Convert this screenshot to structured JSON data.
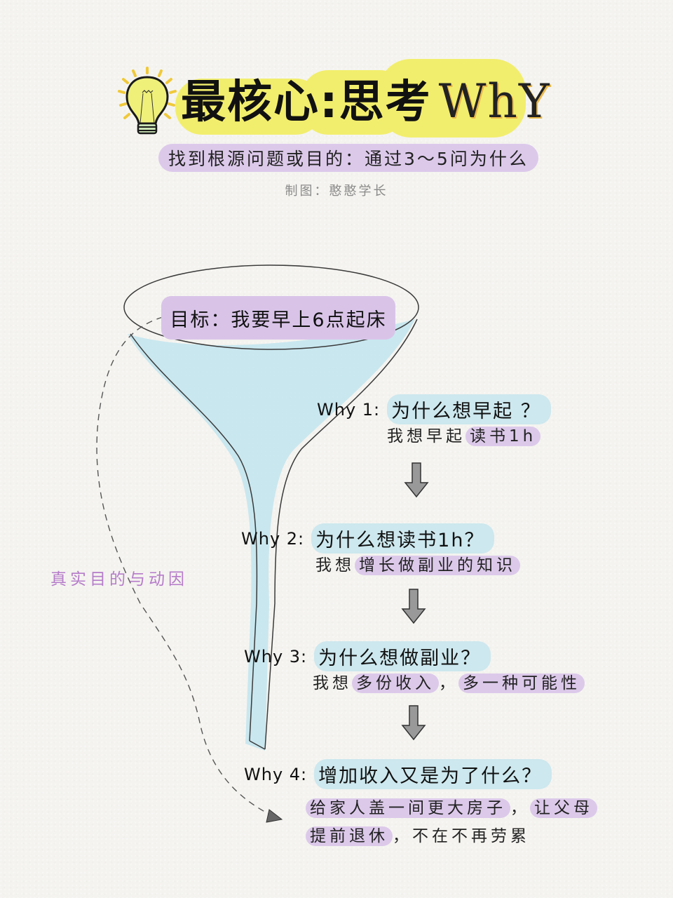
{
  "header": {
    "title_cn": "最核心:思考",
    "title_en": "WhY",
    "subtitle": "找到根源问题或目的：通过3～5问为什么",
    "credit": "制图：憨憨学长",
    "icon": "lightbulb-icon"
  },
  "funnel": {
    "goal": "目标：我要早上6点起床",
    "side_note": "真实目的与动因"
  },
  "whys": [
    {
      "label": "Why  1:",
      "question": "为什么想早起 ？",
      "answer_plain": "我想早起",
      "answer_highlight": "读书1h",
      "answer_rest": ""
    },
    {
      "label": "Why 2:",
      "question": "为什么想读书1h？",
      "answer_plain": "我想",
      "answer_highlight": "增长做副业的知识",
      "answer_rest": ""
    },
    {
      "label": "Why 3:",
      "question": "为什么想做副业？",
      "answer_plain": "我想",
      "answer_highlight": "多份收入",
      "answer_mid": "，",
      "answer_highlight2": "多一种可能性"
    },
    {
      "label": "Why 4:",
      "question": "增加收入又是为了什么？",
      "answer_line1_highlight": "给家人盖一间更大房子",
      "answer_line1_mid": "，",
      "answer_line1_highlight2": "让父母",
      "answer_line2_highlight": "提前退休",
      "answer_line2_rest": "，不在不再劳累"
    }
  ],
  "colors": {
    "background": "#f4f3ef",
    "title_highlight": "#f2ee6d",
    "purple_highlight": "#dcc9ea",
    "blue_highlight": "#cde8ee",
    "funnel_fill": "#c4e6ee",
    "side_note": "#b57cc9"
  }
}
